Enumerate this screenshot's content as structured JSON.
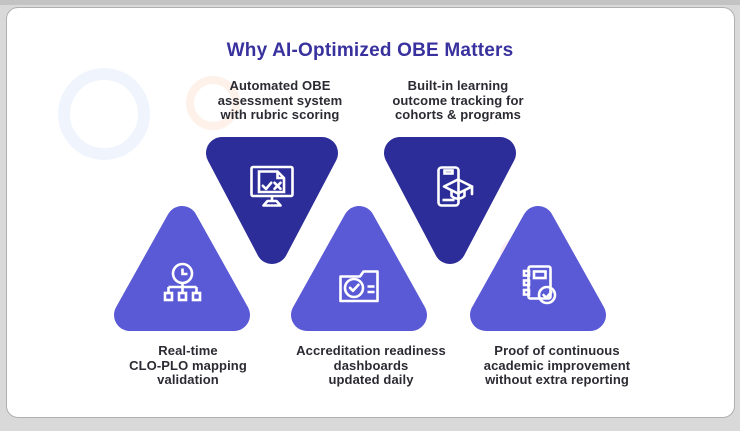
{
  "title": "Why AI-Optimized OBE Matters",
  "colors": {
    "title_text": "#39329e",
    "dark_triangle": "#2d2d99",
    "light_triangle": "#5a59d6",
    "label_text": "#2b2b33",
    "card_background": "#ffffff",
    "card_border": "#b0b0b0"
  },
  "items": [
    {
      "label": "Automated OBE\nassessment system\nwith rubric scoring",
      "icon": "monitor-check-icon",
      "row": "top"
    },
    {
      "label": "Built-in learning\noutcome tracking for\ncohorts & programs",
      "icon": "phone-graduation-icon",
      "row": "top"
    },
    {
      "label": "Real-time\nCLO-PLO mapping\nvalidation",
      "icon": "clock-hierarchy-icon",
      "row": "bottom"
    },
    {
      "label": "Accreditation readiness\ndashboards\nupdated daily",
      "icon": "folder-check-icon",
      "row": "bottom"
    },
    {
      "label": "Proof of continuous\nacademic improvement\nwithout extra reporting",
      "icon": "notebook-check-icon",
      "row": "bottom"
    }
  ]
}
